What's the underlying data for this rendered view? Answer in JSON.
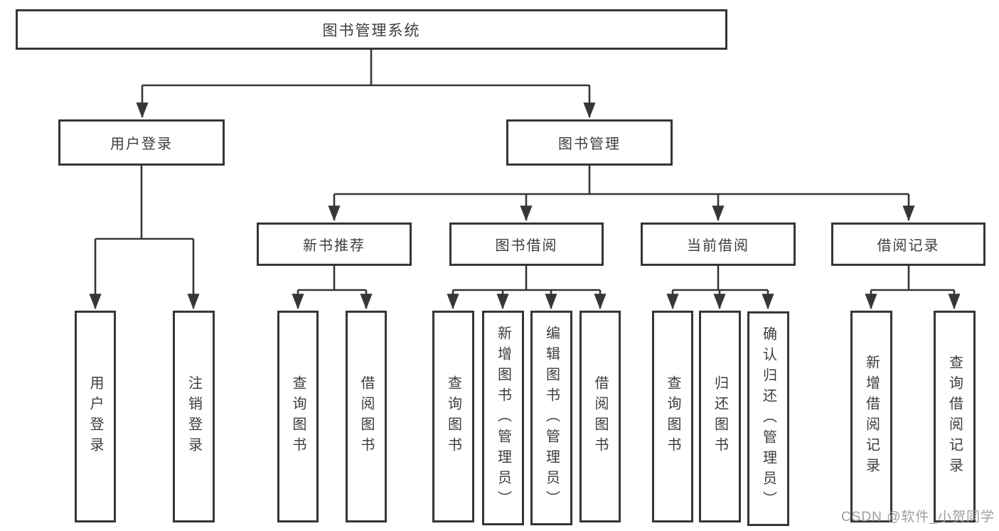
{
  "watermark": "CSDN @软件_小贺同学",
  "colors": {
    "line": "#363636",
    "text": "#3d3d3d",
    "background": "#ffffff",
    "watermark": "#9e9e9e"
  },
  "tree": {
    "label": "图书管理系统",
    "children": [
      {
        "label": "用户登录",
        "children": [
          {
            "label": "用户登录"
          },
          {
            "label": "注销登录"
          }
        ]
      },
      {
        "label": "图书管理",
        "children": [
          {
            "label": "新书推荐",
            "children": [
              {
                "label": "查询图书"
              },
              {
                "label": "借阅图书"
              }
            ]
          },
          {
            "label": "图书借阅",
            "children": [
              {
                "label": "查询图书"
              },
              {
                "label": "新增图书（管理员）"
              },
              {
                "label": "编辑图书（管理员）"
              },
              {
                "label": "借阅图书"
              }
            ]
          },
          {
            "label": "当前借阅",
            "children": [
              {
                "label": "查询图书"
              },
              {
                "label": "归还图书"
              },
              {
                "label": "确认归还（管理员）"
              }
            ]
          },
          {
            "label": "借阅记录",
            "children": [
              {
                "label": "新增借阅记录"
              },
              {
                "label": "查询借阅记录"
              }
            ]
          }
        ]
      }
    ]
  }
}
